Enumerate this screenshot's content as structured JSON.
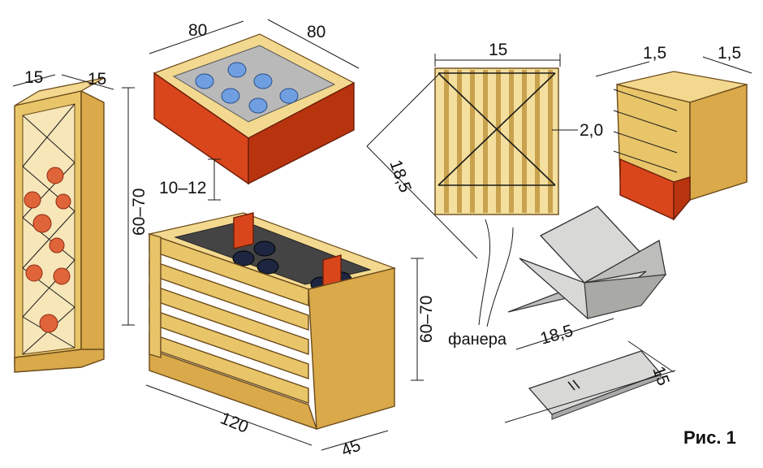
{
  "figure": {
    "caption": "Рис. 1",
    "material_label": "фанера",
    "rack": {
      "width": "15",
      "depth": "15",
      "height": "60–70"
    },
    "bin": {
      "width": "80",
      "length": "80",
      "height": "10–12"
    },
    "crate": {
      "length": "120",
      "depth": "45",
      "height": "60–70"
    },
    "slatted_panel": {
      "width": "15",
      "diagonal": "18,5",
      "slat": "2,0"
    },
    "corner_piece": {
      "a": "1,5",
      "b": "1,5"
    },
    "plywood_divider": {
      "diagonal": "18,5"
    },
    "plywood_board": {
      "width": "15"
    }
  },
  "colors": {
    "wood": "#e9c56a",
    "wood_dark": "#d9a94a",
    "red_frame": "#d9461c",
    "plywood": "#d8d8d6"
  }
}
